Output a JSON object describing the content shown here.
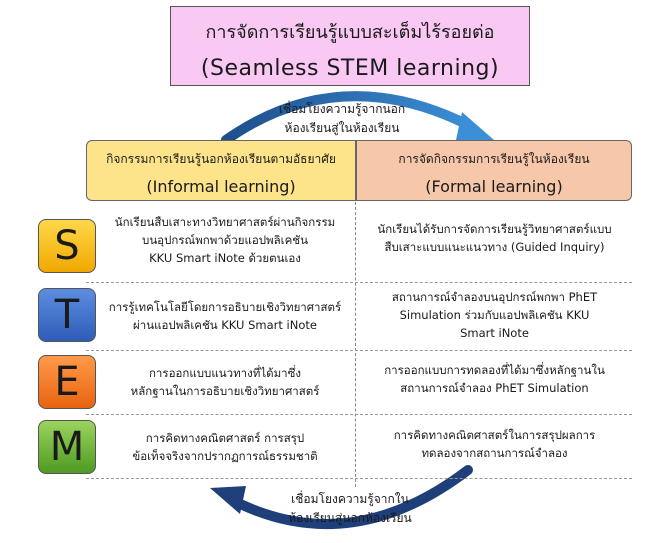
{
  "title": {
    "thai": "การจัดการเรียนรู้แบบสะเต็มไร้รอยต่อ",
    "english": "(Seamless STEM learning)"
  },
  "top_note": [
    "เชื่อมโยงความรู้จากนอก",
    "ห้องเรียนสู่ในห้องเรียน"
  ],
  "bottom_note": [
    "เชื่อมโยงความรู้จากใน",
    "ห้องเรียนสู่นอกห้องเรียน"
  ],
  "headers": {
    "informal": {
      "thai": "กิจกรรมการเรียนรู้นอกห้องเรียนตามอัธยาศัย",
      "english": "(Informal learning)"
    },
    "formal": {
      "thai": "การจัดกิจกรรมการเรียนรู้ในห้องเรียน",
      "english": "(Formal learning)"
    }
  },
  "rows": [
    {
      "letter": "S",
      "informal": [
        "นักเรียนสืบเสาะทางวิทยาศาสตร์ผ่านกิจกรรม",
        "บนอุปกรณ์พกพาด้วยแอปพลิเคชัน",
        "KKU Smart iNote ด้วยตนเอง"
      ],
      "formal": [
        "นักเรียนได้รับการจัดการเรียนรู้วิทยาศาสตร์แบบ",
        "สืบเสาะแบบแนะแนวทาง (Guided Inquiry)"
      ]
    },
    {
      "letter": "T",
      "informal": [
        "การรู้เทคโนโลยีโดยการอธิบายเชิงวิทยาศาสตร์",
        "ผ่านแอปพลิเคชัน KKU Smart iNote"
      ],
      "formal": [
        "สถานการณ์จำลองบนอุปกรณ์พกพา PhET",
        "Simulation ร่วมกับแอปพลิเคชัน KKU",
        "Smart iNote"
      ]
    },
    {
      "letter": "E",
      "informal": [
        "การออกแบบแนวทางที่ได้มาซึ่ง",
        "หลักฐานในการอธิบายเชิงวิทยาศาสตร์"
      ],
      "formal": [
        "การออกแบบการทดลองที่ได้มาซึ่งหลักฐานใน",
        "สถานการณ์จำลอง PhET Simulation"
      ]
    },
    {
      "letter": "M",
      "informal": [
        "การคิดทางคณิตศาสตร์ การสรุป",
        "ข้อเท็จจริงจากปรากฏการณ์ธรรมชาติ"
      ],
      "formal": [
        "การคิดทางคณิตศาสตร์ในการสรุปผลการ",
        "ทดลองจากสถานการณ์จำลอง"
      ]
    }
  ],
  "colors": {
    "arrow": "#1f4e8c",
    "title_bg": "#f9c9f4",
    "informal_bg": "#fde38a",
    "formal_bg": "#f6c7a9"
  }
}
